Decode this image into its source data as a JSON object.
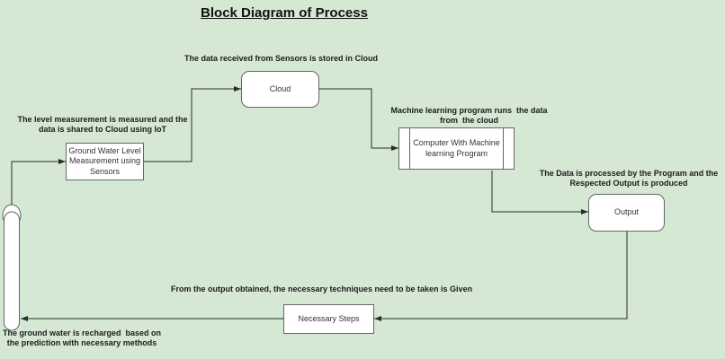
{
  "title": "Block Diagram of Process",
  "nodes": {
    "cloud": {
      "label": "Cloud",
      "shape": "rounded-rectangle"
    },
    "ground_water": {
      "label": "Ground Water Level\nMeasurement using\nSensors",
      "shape": "rectangle"
    },
    "computer": {
      "label": "Computer With Machine\nlearning Program",
      "shape": "predefined-process"
    },
    "output": {
      "label": "Output",
      "shape": "rounded-rectangle"
    },
    "necessary_steps": {
      "label": "Necessary Steps",
      "shape": "rectangle"
    },
    "well": {
      "label": "",
      "shape": "vertical-capsule-with-top-ellipse"
    }
  },
  "annotations": {
    "sensors_to_cloud": "The data received from Sensors is stored in Cloud",
    "level_measurement": "The level measurement is measured and the\ndata is shared to Cloud using IoT",
    "ml_runs": "Machine learning program runs  the data\nfrom  the cloud",
    "data_processed": "The Data is processed by the Program and the\nRespected Output is produced",
    "from_output": "From the output obtained, the necessary techniques need to be taken is Given",
    "recharged": "The ground water is recharged  based on\nthe prediction with necessary methods"
  },
  "flow_order": [
    "well",
    "ground_water",
    "cloud",
    "computer",
    "output",
    "necessary_steps",
    "well"
  ],
  "colors": {
    "background": "#d5e8d4",
    "box_fill": "#ffffff",
    "box_border": "#666666",
    "connector": "#2b2b2b",
    "text": "#1c1c1c"
  }
}
